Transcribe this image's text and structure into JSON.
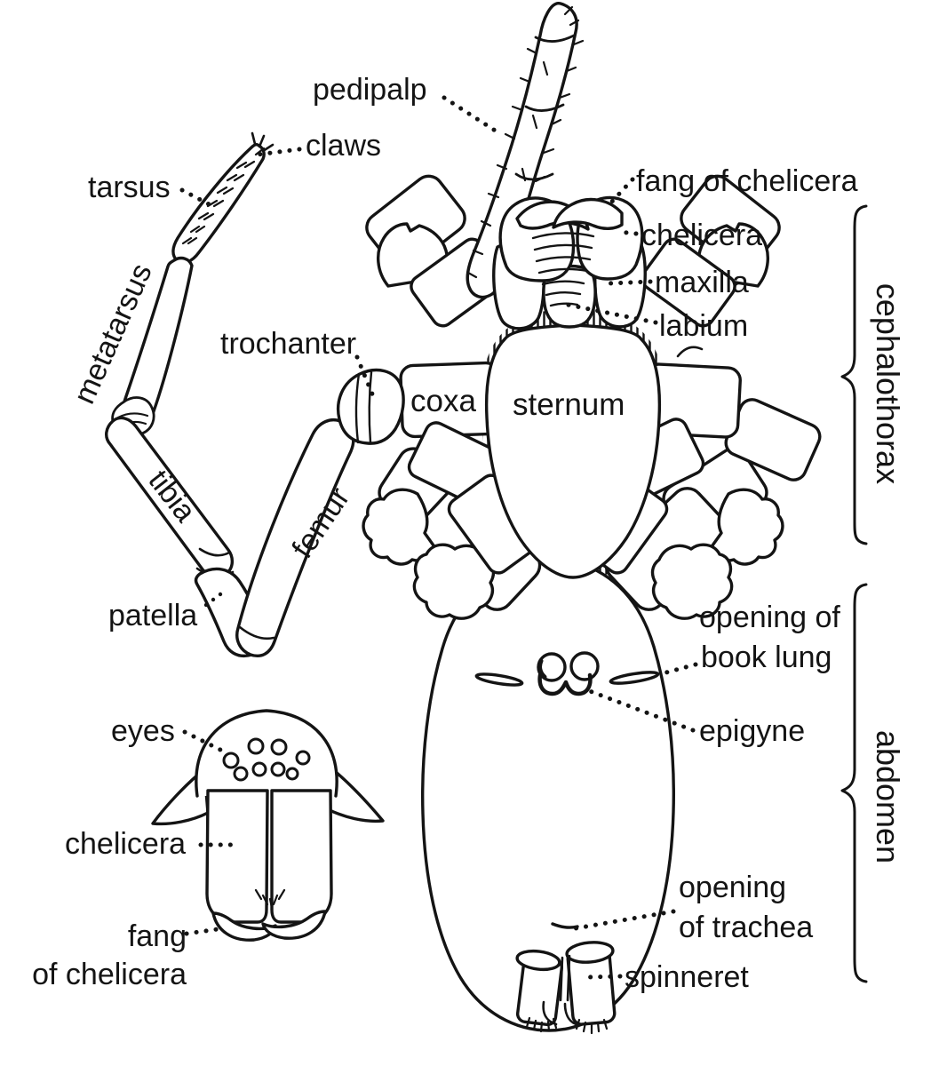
{
  "figure": {
    "subject": "Spider ventral anatomy diagram",
    "background_color": "#ffffff",
    "ink_color": "#141414"
  },
  "labels": {
    "pedipalp": "pedipalp",
    "claws": "claws",
    "tarsus": "tarsus",
    "metatarsus": "metatarsus",
    "tibia": "tibia",
    "femur": "femur",
    "patella": "patella",
    "trochanter": "trochanter",
    "coxa": "coxa",
    "sternum": "sternum",
    "fang_of_chelicera": "fang of chelicera",
    "chelicera": "chelicera",
    "maxilla": "maxilla",
    "labium": "labium",
    "opening_of_book_lung": {
      "line1": "opening of",
      "line2": "book lung"
    },
    "epigyne": "epigyne",
    "opening_of_trachea": {
      "line1": "opening",
      "line2": "of trachea"
    },
    "spinneret": "spinneret",
    "eyes": "eyes",
    "chelicera_front_view": "chelicera",
    "fang_of_chelicera_front_view": {
      "line1": "fang",
      "line2": "of chelicera"
    }
  },
  "brackets": {
    "cephalothorax": "cephalothorax",
    "abdomen": "abdomen"
  }
}
